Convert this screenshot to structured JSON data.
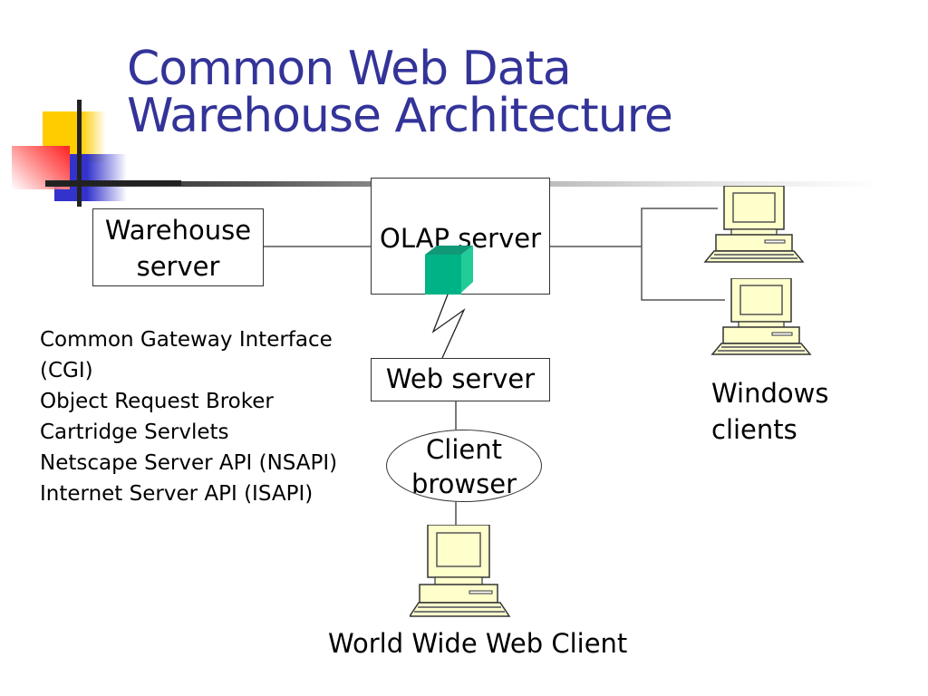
{
  "slide": {
    "title_lines": [
      "Common Web Data",
      "Warehouse Architecture"
    ],
    "title_color": "#333399"
  },
  "diagram": {
    "warehouse_server": {
      "lines": [
        "Warehouse",
        "server"
      ]
    },
    "olap_server": {
      "label": "OLAP server",
      "icon": "cube-icon",
      "icon_color": "#00b386"
    },
    "web_server": {
      "label": "Web server"
    },
    "client_browser": {
      "lines": [
        "Client",
        "browser"
      ]
    },
    "windows_clients": {
      "lines": [
        "Windows",
        "clients"
      ],
      "icon": "desktop-computer-icon",
      "count": 2
    },
    "www_client": {
      "label": "World Wide Web Client",
      "icon": "desktop-computer-icon"
    },
    "connection_icon": "lightning-bolt-icon",
    "computer_fill_color": "#ffffcc"
  },
  "tech_list": [
    "Common Gateway Interface",
    "(CGI)",
    "Object Request Broker",
    "Cartridge Servlets",
    "Netscape Server API (NSAPI)",
    "Internet Server API (ISAPI)"
  ]
}
